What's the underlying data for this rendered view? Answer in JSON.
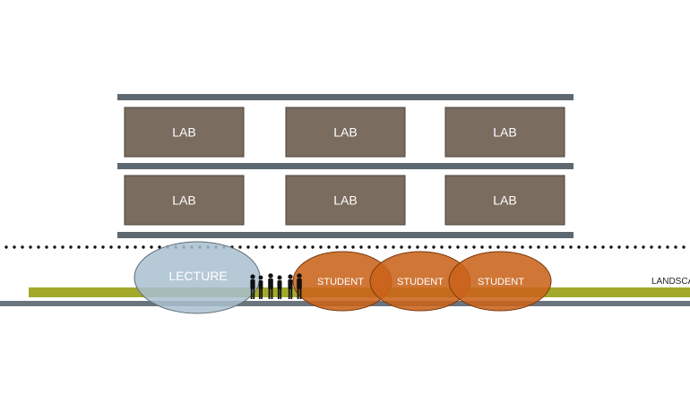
{
  "colors": {
    "slab": "#5e6870",
    "lab_fill": "#7b6c60",
    "lab_stroke": "#4a4038",
    "landscape_band": "#a3aa2b",
    "ground_line": "#6a747c",
    "lecture_fill": "#a9bfd0",
    "lecture_stroke": "#5f6b73",
    "student_fill": "#c9631a",
    "student_stroke": "#7a3a0e",
    "dots": "#111111",
    "people": "#111111"
  },
  "labs": {
    "upper": [
      {
        "label": "LAB"
      },
      {
        "label": "LAB"
      },
      {
        "label": "LAB"
      }
    ],
    "lower": [
      {
        "label": "LAB"
      },
      {
        "label": "LAB"
      },
      {
        "label": "LAB"
      }
    ]
  },
  "ground": {
    "lecture_label": "LECTURE",
    "students": [
      {
        "label": "STUDENT"
      },
      {
        "label": "STUDENT"
      },
      {
        "label": "STUDENT"
      }
    ],
    "landscape_label": "LANDSCAPE",
    "people_icon": "people-silhouette-group-icon"
  }
}
